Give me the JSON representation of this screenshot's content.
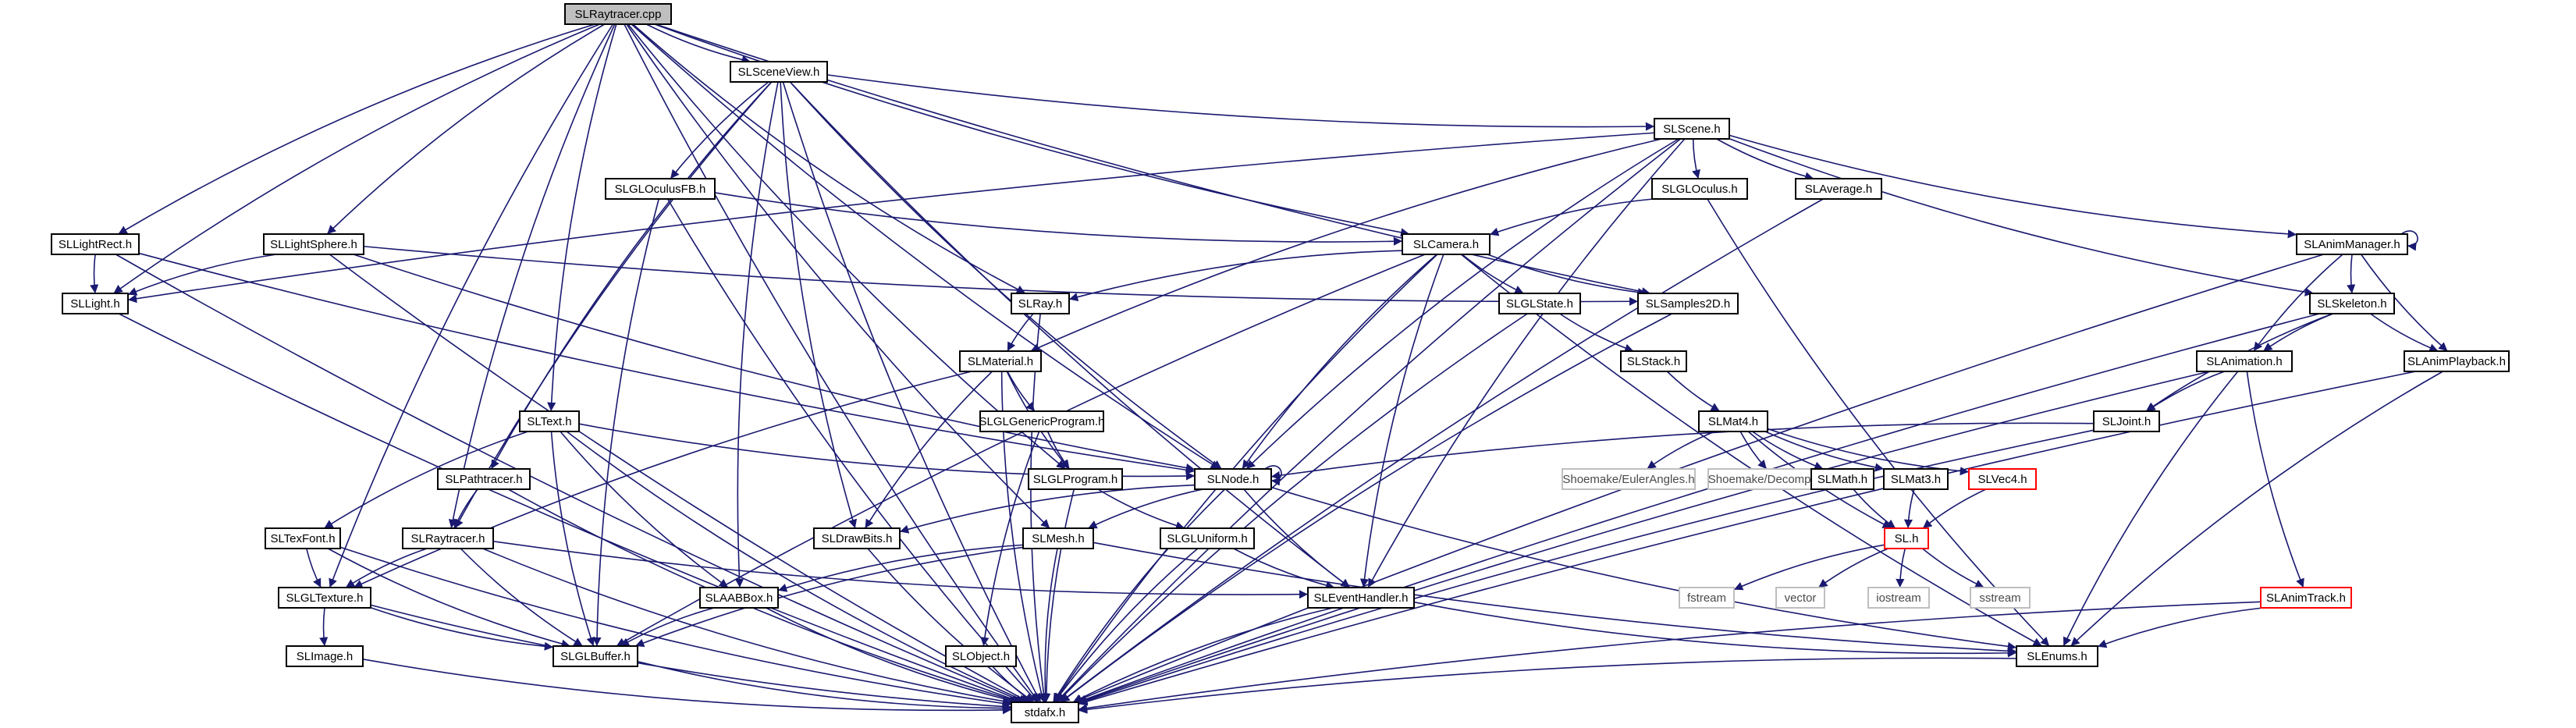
{
  "graph": {
    "nodes": {
      "root": {
        "label": "SLRaytracer.cpp",
        "style": "root"
      },
      "sceneview": {
        "label": "SLSceneView.h"
      },
      "scene": {
        "label": "SLScene.h"
      },
      "oculusfb": {
        "label": "SLGLOculusFB.h"
      },
      "gloculus": {
        "label": "SLGLOculus.h"
      },
      "average": {
        "label": "SLAverage.h"
      },
      "animmgr": {
        "label": "SLAnimManager.h"
      },
      "lightrect": {
        "label": "SLLightRect.h"
      },
      "lightsphere": {
        "label": "SLLightSphere.h"
      },
      "camera": {
        "label": "SLCamera.h"
      },
      "light": {
        "label": "SLLight.h"
      },
      "ray": {
        "label": "SLRay.h"
      },
      "glstate": {
        "label": "SLGLState.h"
      },
      "samples2d": {
        "label": "SLSamples2D.h"
      },
      "skeleton": {
        "label": "SLSkeleton.h"
      },
      "material": {
        "label": "SLMaterial.h"
      },
      "stack": {
        "label": "SLStack.h"
      },
      "animation": {
        "label": "SLAnimation.h"
      },
      "animplayback": {
        "label": "SLAnimPlayback.h"
      },
      "text": {
        "label": "SLText.h"
      },
      "genericprog": {
        "label": "SLGLGenericProgram.h"
      },
      "mat4": {
        "label": "SLMat4.h"
      },
      "joint": {
        "label": "SLJoint.h"
      },
      "pathtracer": {
        "label": "SLPathtracer.h"
      },
      "glprogram": {
        "label": "SLGLProgram.h"
      },
      "node": {
        "label": "SLNode.h"
      },
      "eulerangles": {
        "label": "Shoemake/EulerAngles.h",
        "style": "sys"
      },
      "decompose": {
        "label": "Shoemake/Decompose.h",
        "style": "sys"
      },
      "math": {
        "label": "SLMath.h"
      },
      "mat3": {
        "label": "SLMat3.h"
      },
      "vec4": {
        "label": "SLVec4.h",
        "style": "red"
      },
      "texfont": {
        "label": "SLTexFont.h"
      },
      "raytracer": {
        "label": "SLRaytracer.h"
      },
      "drawbits": {
        "label": "SLDrawBits.h"
      },
      "mesh": {
        "label": "SLMesh.h"
      },
      "gluniform": {
        "label": "SLGLUniform.h"
      },
      "slh": {
        "label": "SL.h",
        "style": "red"
      },
      "gltexture": {
        "label": "SLGLTexture.h"
      },
      "aabbox": {
        "label": "SLAABBox.h"
      },
      "eventhandler": {
        "label": "SLEventHandler.h"
      },
      "fstream": {
        "label": "fstream",
        "style": "sys"
      },
      "vector": {
        "label": "vector",
        "style": "sys"
      },
      "iostream": {
        "label": "iostream",
        "style": "sys"
      },
      "sstream": {
        "label": "sstream",
        "style": "sys"
      },
      "animtrack": {
        "label": "SLAnimTrack.h",
        "style": "red"
      },
      "image": {
        "label": "SLImage.h"
      },
      "glbuffer": {
        "label": "SLGLBuffer.h"
      },
      "object": {
        "label": "SLObject.h"
      },
      "enums": {
        "label": "SLEnums.h"
      },
      "stdafx": {
        "label": "stdafx.h"
      }
    },
    "edges": [
      [
        "root",
        "sceneview"
      ],
      [
        "root",
        "lightrect"
      ],
      [
        "root",
        "light"
      ],
      [
        "root",
        "lightsphere"
      ],
      [
        "root",
        "text"
      ],
      [
        "root",
        "gltexture"
      ],
      [
        "root",
        "raytracer"
      ],
      [
        "root",
        "ray"
      ],
      [
        "root",
        "glprogram"
      ],
      [
        "root",
        "mesh"
      ],
      [
        "root",
        "node"
      ],
      [
        "root",
        "camera"
      ],
      [
        "root",
        "samples2d"
      ],
      [
        "root",
        "stdafx"
      ],
      [
        "sceneview",
        "scene"
      ],
      [
        "sceneview",
        "oculusfb"
      ],
      [
        "sceneview",
        "pathtracer"
      ],
      [
        "sceneview",
        "raytracer"
      ],
      [
        "sceneview",
        "drawbits"
      ],
      [
        "sceneview",
        "aabbox"
      ],
      [
        "sceneview",
        "node"
      ],
      [
        "sceneview",
        "eventhandler"
      ],
      [
        "sceneview",
        "stdafx"
      ],
      [
        "scene",
        "gloculus"
      ],
      [
        "scene",
        "average"
      ],
      [
        "scene",
        "animmgr"
      ],
      [
        "scene",
        "skeleton"
      ],
      [
        "scene",
        "material"
      ],
      [
        "scene",
        "node"
      ],
      [
        "scene",
        "light"
      ],
      [
        "scene",
        "eventhandler"
      ],
      [
        "scene",
        "stdafx"
      ],
      [
        "oculusfb",
        "camera"
      ],
      [
        "oculusfb",
        "glbuffer"
      ],
      [
        "oculusfb",
        "stdafx"
      ],
      [
        "gloculus",
        "camera"
      ],
      [
        "gloculus",
        "enums"
      ],
      [
        "average",
        "stdafx"
      ],
      [
        "animmgr",
        "animmgr"
      ],
      [
        "animmgr",
        "skeleton"
      ],
      [
        "animmgr",
        "animation"
      ],
      [
        "animmgr",
        "animplayback"
      ],
      [
        "animmgr",
        "stdafx"
      ],
      [
        "lightrect",
        "light"
      ],
      [
        "lightrect",
        "node"
      ],
      [
        "lightrect",
        "stdafx"
      ],
      [
        "lightsphere",
        "light"
      ],
      [
        "lightsphere",
        "node"
      ],
      [
        "lightsphere",
        "samples2d"
      ],
      [
        "lightsphere",
        "stdafx"
      ],
      [
        "camera",
        "ray"
      ],
      [
        "camera",
        "glstate"
      ],
      [
        "camera",
        "samples2d"
      ],
      [
        "camera",
        "node"
      ],
      [
        "camera",
        "eventhandler"
      ],
      [
        "camera",
        "glbuffer"
      ],
      [
        "camera",
        "enums"
      ],
      [
        "camera",
        "stdafx"
      ],
      [
        "light",
        "stdafx"
      ],
      [
        "ray",
        "material"
      ],
      [
        "ray",
        "stdafx"
      ],
      [
        "glstate",
        "stack"
      ],
      [
        "glstate",
        "stdafx"
      ],
      [
        "samples2d",
        "stdafx"
      ],
      [
        "skeleton",
        "animation"
      ],
      [
        "skeleton",
        "animplayback"
      ],
      [
        "skeleton",
        "joint"
      ],
      [
        "skeleton",
        "stdafx"
      ],
      [
        "material",
        "genericprog"
      ],
      [
        "material",
        "glprogram"
      ],
      [
        "material",
        "gltexture"
      ],
      [
        "material",
        "drawbits"
      ],
      [
        "material",
        "stdafx"
      ],
      [
        "stack",
        "mat4"
      ],
      [
        "animation",
        "joint"
      ],
      [
        "animation",
        "animtrack"
      ],
      [
        "animation",
        "enums"
      ],
      [
        "animation",
        "stdafx"
      ],
      [
        "animplayback",
        "enums"
      ],
      [
        "animplayback",
        "stdafx"
      ],
      [
        "text",
        "node"
      ],
      [
        "text",
        "texfont"
      ],
      [
        "text",
        "aabbox"
      ],
      [
        "text",
        "glbuffer"
      ],
      [
        "text",
        "stdafx"
      ],
      [
        "genericprog",
        "glprogram"
      ],
      [
        "genericprog",
        "object"
      ],
      [
        "mat4",
        "eulerangles"
      ],
      [
        "mat4",
        "decompose"
      ],
      [
        "mat4",
        "math"
      ],
      [
        "mat4",
        "mat3"
      ],
      [
        "mat4",
        "vec4"
      ],
      [
        "mat4",
        "slh"
      ],
      [
        "joint",
        "node"
      ],
      [
        "joint",
        "stdafx"
      ],
      [
        "pathtracer",
        "raytracer"
      ],
      [
        "pathtracer",
        "stdafx"
      ],
      [
        "glprogram",
        "gluniform"
      ],
      [
        "glprogram",
        "stdafx"
      ],
      [
        "node",
        "node"
      ],
      [
        "node",
        "drawbits"
      ],
      [
        "node",
        "mesh"
      ],
      [
        "node",
        "eventhandler"
      ],
      [
        "node",
        "enums"
      ],
      [
        "node",
        "stdafx"
      ],
      [
        "math",
        "slh"
      ],
      [
        "mat3",
        "slh"
      ],
      [
        "vec4",
        "slh"
      ],
      [
        "texfont",
        "gltexture"
      ],
      [
        "texfont",
        "glbuffer"
      ],
      [
        "texfont",
        "stdafx"
      ],
      [
        "raytracer",
        "gltexture"
      ],
      [
        "raytracer",
        "glbuffer"
      ],
      [
        "raytracer",
        "eventhandler"
      ],
      [
        "raytracer",
        "stdafx"
      ],
      [
        "drawbits",
        "stdafx"
      ],
      [
        "mesh",
        "aabbox"
      ],
      [
        "mesh",
        "glbuffer"
      ],
      [
        "mesh",
        "enums"
      ],
      [
        "mesh",
        "stdafx"
      ],
      [
        "gluniform",
        "eventhandler"
      ],
      [
        "gluniform",
        "stdafx"
      ],
      [
        "slh",
        "fstream"
      ],
      [
        "slh",
        "vector"
      ],
      [
        "slh",
        "iostream"
      ],
      [
        "slh",
        "sstream"
      ],
      [
        "gltexture",
        "image"
      ],
      [
        "gltexture",
        "glbuffer"
      ],
      [
        "gltexture",
        "stdafx"
      ],
      [
        "aabbox",
        "glbuffer"
      ],
      [
        "aabbox",
        "stdafx"
      ],
      [
        "eventhandler",
        "enums"
      ],
      [
        "eventhandler",
        "stdafx"
      ],
      [
        "animtrack",
        "enums"
      ],
      [
        "animtrack",
        "stdafx"
      ],
      [
        "image",
        "stdafx"
      ],
      [
        "glbuffer",
        "stdafx"
      ],
      [
        "object",
        "stdafx"
      ],
      [
        "enums",
        "stdafx"
      ]
    ]
  }
}
